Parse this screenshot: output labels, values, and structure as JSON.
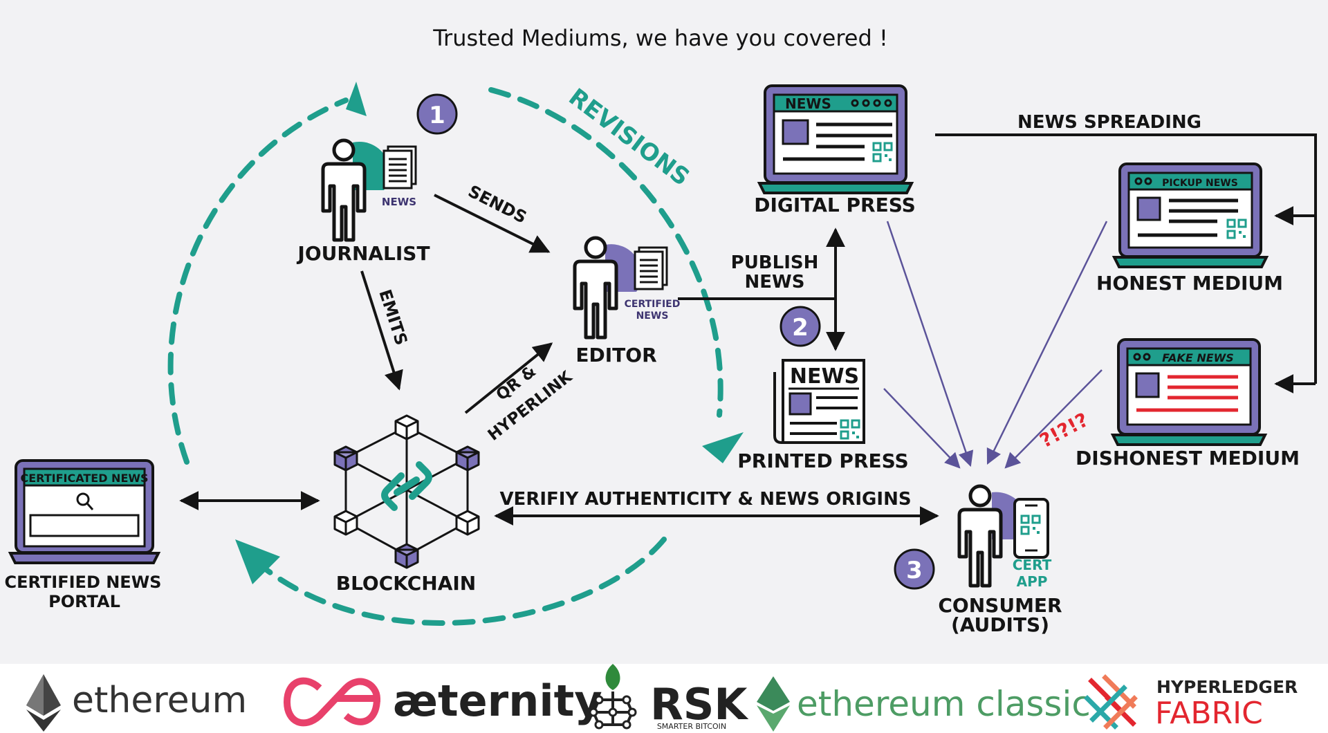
{
  "title": "Trusted Mediums, we have you covered !",
  "colors": {
    "purple": "#7b72b8",
    "purple_dark": "#3d3470",
    "teal": "#1f9e8c",
    "red": "#e3262f",
    "ink": "#141414",
    "background": "#f2f2f4"
  },
  "steps": {
    "one": "1",
    "two": "2",
    "three": "3"
  },
  "actors": {
    "journalist": {
      "label": "JOURNALIST",
      "doc_tag": "NEWS"
    },
    "editor": {
      "label": "EDITOR",
      "doc_tag_line1": "CERTIFIED",
      "doc_tag_line2": "NEWS"
    },
    "consumer": {
      "label_line1": "CONSUMER",
      "label_line2": "(AUDITS)",
      "app_line1": "CERT",
      "app_line2": "APP"
    }
  },
  "nodes": {
    "blockchain": "BLOCKCHAIN",
    "portal": {
      "screen_header": "CERTIFICATED NEWS",
      "label_line1": "CERTIFIED NEWS",
      "label_line2": "PORTAL"
    },
    "digital_press": {
      "screen_header": "NEWS",
      "label": "DIGITAL PRESS"
    },
    "printed_press": {
      "masthead": "NEWS",
      "label": "PRINTED PRESS"
    },
    "honest_medium": {
      "screen_header": "PICKUP NEWS",
      "label": "HONEST MEDIUM"
    },
    "dishonest_medium": {
      "screen_header": "FAKE NEWS",
      "label": "DISHONEST MEDIUM",
      "marks": "?!?!?"
    }
  },
  "edges": {
    "sends": "SENDS",
    "emits": "EMITS",
    "qr_line1": "QR &",
    "qr_line2": "HYPERLINK",
    "publish_line1": "PUBLISH",
    "publish_line2": "NEWS",
    "revisions": "REVISIONS",
    "news_spreading": "NEWS SPREADING",
    "verify": "VERIFIY AUTHENTICITY & NEWS ORIGINS"
  },
  "logos": [
    {
      "name": "ethereum",
      "text": "ethereum"
    },
    {
      "name": "aeternity",
      "text": "æternity"
    },
    {
      "name": "rsk",
      "text": "RSK",
      "subtext": "SMARTER BITCOIN"
    },
    {
      "name": "ethereum-classic",
      "text": "ethereum classic"
    },
    {
      "name": "hyperledger-fabric",
      "text_line1": "HYPERLEDGER",
      "text_line2": "FABRIC"
    }
  ]
}
